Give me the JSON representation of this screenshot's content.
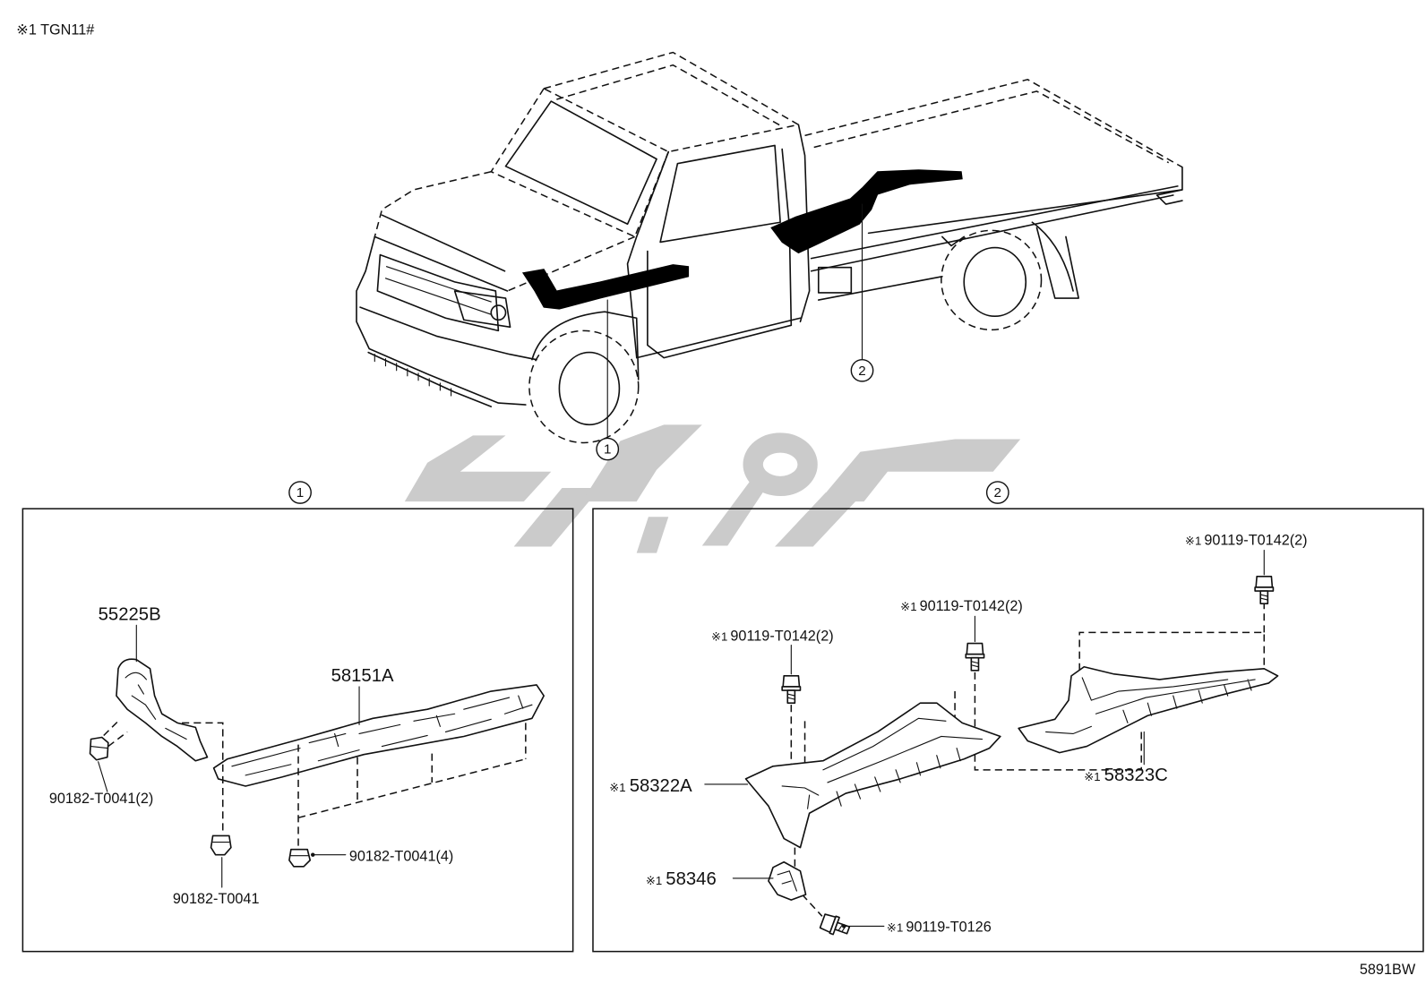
{
  "header": {
    "applicability_note": "※1 TGN11#"
  },
  "overview": {
    "callouts": [
      "1",
      "2"
    ]
  },
  "group_1": {
    "label": "1",
    "parts": {
      "bracket": "55225B",
      "panel": "58151A"
    },
    "fasteners": {
      "clip_bracket": "90182-T0041(2)",
      "clip_single": "90182-T0041",
      "clip_panel": "90182-T0041(4)"
    }
  },
  "group_2": {
    "label": "2",
    "note_mark": "※1",
    "parts": {
      "front_panel": "58322A",
      "rear_panel": "58323C",
      "bracket": "58346"
    },
    "fasteners": {
      "bolt_rear": "90119-T0142(2)",
      "bolt_middle": "90119-T0142(2)",
      "bolt_front": "90119-T0142(2)",
      "bolt_bracket": "90119-T0126"
    }
  },
  "footer": {
    "illustration_code": "5891BW"
  }
}
